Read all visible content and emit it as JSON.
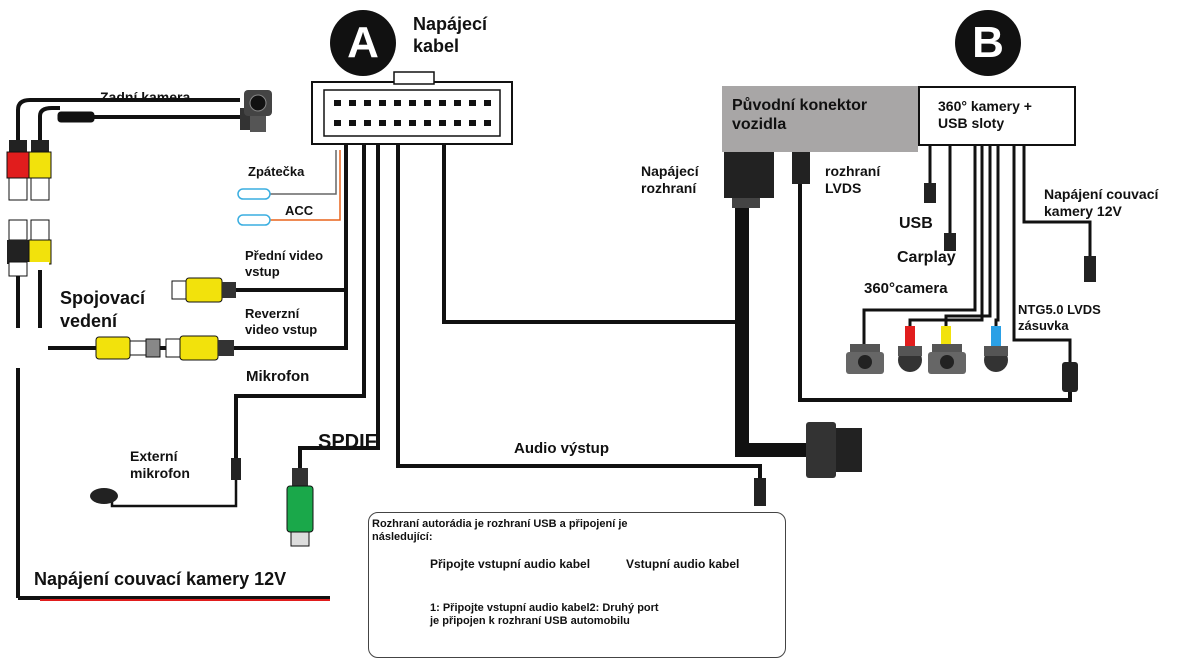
{
  "badges": {
    "a": "A",
    "b": "B"
  },
  "labels": {
    "napajeci_kabel": "Napájecí kabel",
    "zadni_kamera": "Zadní kamera",
    "zpatecka": "Zpátečka",
    "acc": "ACC",
    "predni_video": "Přední video vstup",
    "spojovaci": "Spojovací vedení",
    "reverzni_video": "Reverzní video vstup",
    "mikrofon": "Mikrofon",
    "externi_mikrofon": "Externí mikrofon",
    "spdif": "SPDIF",
    "audio_vystup": "Audio výstup",
    "napajeni_12v_left": "Napájení couvací kamery 12V",
    "puvodni_konektor": "Původní konektor vozidla",
    "kamery_usb": "360° kamery + USB sloty",
    "napajeci_rozhrani": "Napájecí rozhraní",
    "rozhrani_lvds": "rozhraní LVDS",
    "usb": "USB",
    "carplay": "Carplay",
    "camera360": "360°camera",
    "napajeni_12v_right": "Napájení couvací kamery 12V",
    "ntg_zasuvka": "NTG5.0 LVDS zásuvka"
  },
  "panel": {
    "intro": "Rozhraní autorádia je rozhraní USB a připojení je následující:",
    "connect_input": "Připojte vstupní audio kabel",
    "input_cable": "Vstupní audio kabel",
    "usb_tag": "USB",
    "note": "1: Připojte vstupní audio kabel2: Druhý port je připojen k rozhraní USB automobilu"
  },
  "colors": {
    "red": "#e11d1d",
    "yellow": "#f2e20c",
    "green": "#1aa84a",
    "blue": "#2aa0e6",
    "cable": "#111111",
    "orange": "#e8641c",
    "cyan": "#3aaee0"
  }
}
